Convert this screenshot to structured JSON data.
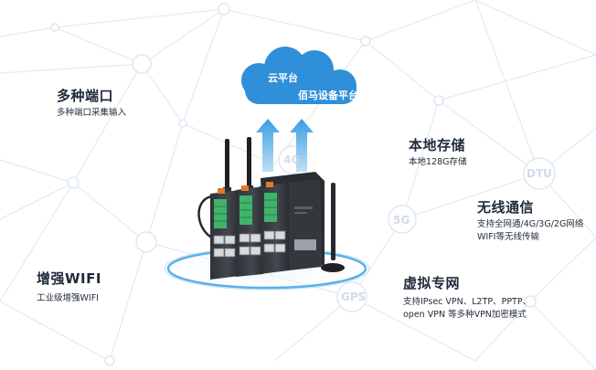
{
  "cloud": {
    "label_1": "云平台",
    "label_2": "佰马设备平台"
  },
  "features": {
    "ports": {
      "title": "多种端口",
      "desc_1": "多种端口采集输入"
    },
    "storage": {
      "title": "本地存储",
      "desc_1": "本地128G存储"
    },
    "wireless": {
      "title": "无线通信",
      "desc_1": "支持全网通/4G/3G/2G网络",
      "desc_2": "WIFI等无线传输"
    },
    "wifi": {
      "title": "增强WIFI",
      "desc_1": "工业级增强WIFI"
    },
    "vpn": {
      "title": "虚拟专网",
      "desc_1": "支持IPsec VPN、L2TP、PPTP、",
      "desc_2": "open VPN 等多种VPN加密模式"
    }
  },
  "background_nodes": {
    "dtu": "DTU",
    "fiveg": "5G",
    "gps": "GPS",
    "fourg": "4G"
  },
  "colors": {
    "cloud": "#2f8fd8",
    "arrow": "#4aa8e6",
    "network_line": "#dfe7f1",
    "ring": "#5ab0ea",
    "device_body": "#3a3e44",
    "terminal_green": "#3fb46a",
    "port_orange": "#e27a2a"
  }
}
